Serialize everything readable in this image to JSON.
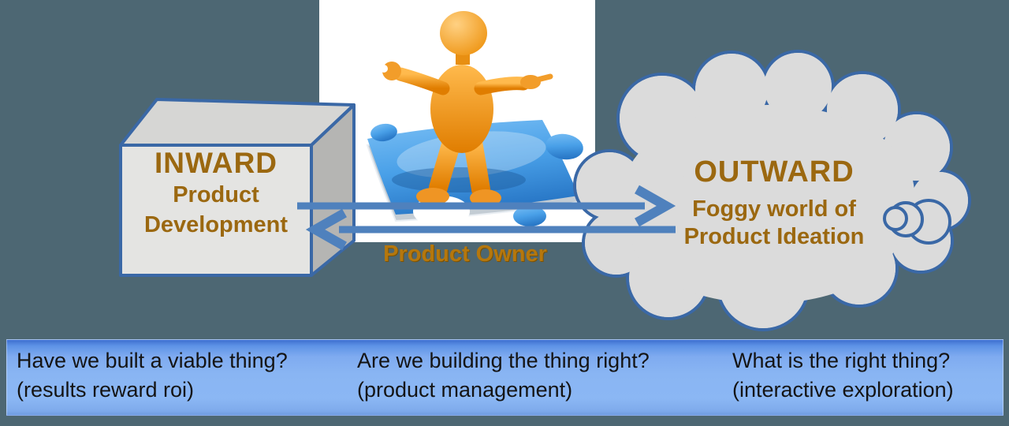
{
  "inward_box": {
    "title": "INWARD",
    "subtitle_line1": "Product",
    "subtitle_line2": "Development"
  },
  "outward_cloud": {
    "title": "OUTWARD",
    "subtitle_line1": "Foggy world of",
    "subtitle_line2": "Product Ideation"
  },
  "center_figure": {
    "caption": "Product Owner",
    "icon": "person-standing-on-puzzle-piece"
  },
  "arrows": {
    "to_outward_direction": "right",
    "to_inward_direction": "left"
  },
  "banner": {
    "columns": [
      {
        "question": "Have we built a viable thing?",
        "method": "(results reward roi)"
      },
      {
        "question": "Are we building the thing right?",
        "method": "(product management)"
      },
      {
        "question": "What is the right thing?",
        "method": "(interactive exploration)"
      }
    ]
  },
  "colors": {
    "background": "#4d6773",
    "shape_fill": "#dbdbdb",
    "shape_outline": "#3a68a6",
    "arrow_blue": "#4f81bd",
    "heading_brown": "#9b6810",
    "caption_orange": "#b5770d",
    "banner_blue": "#8bb7f4",
    "banner_text": "#141414",
    "puzzle_blue": "#3f8fdc",
    "figure_orange": "#f09a28"
  }
}
